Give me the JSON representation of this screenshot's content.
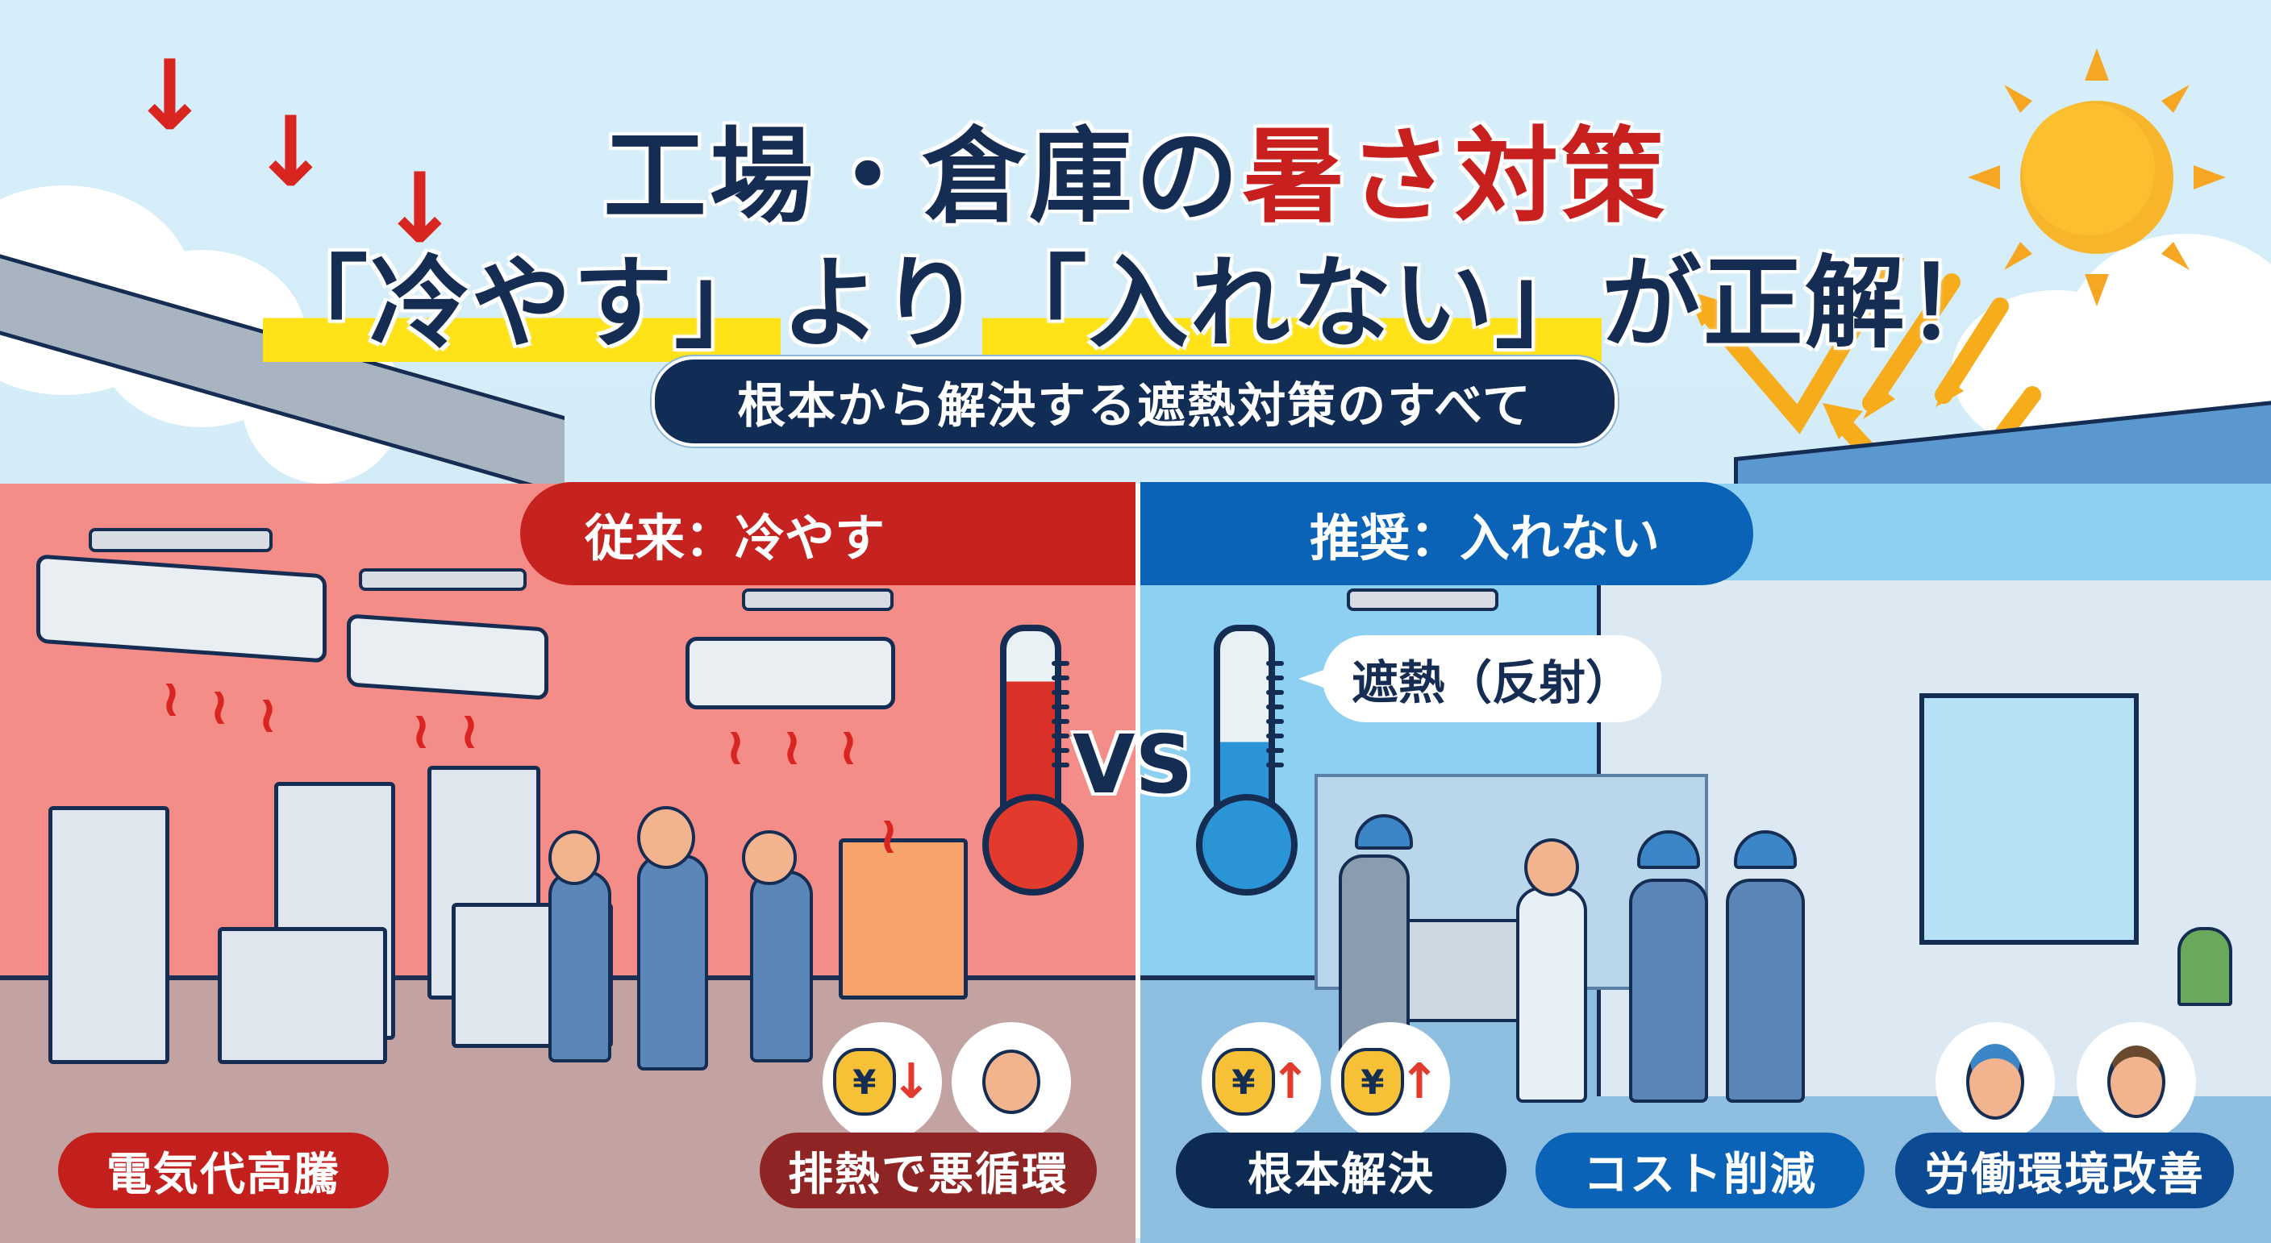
{
  "title": {
    "line1_prefix": "工場・倉庫の",
    "line1_highlight": "暑さ対策",
    "line2_part1": "「冷やす」",
    "line2_part2": "より",
    "line2_part3": "「入れない」",
    "line2_part4": "が正解！"
  },
  "subtitle": "根本から解決する遮熱対策のすべて",
  "left": {
    "header": "従来：冷やす",
    "labels": [
      "電気代高騰",
      "排熱で悪循環"
    ],
    "icons": [
      "money-bag-down-icon",
      "tired-worker-icon"
    ],
    "color": "#c6221f"
  },
  "right": {
    "header": "推奨：入れない",
    "bubble": "遮熱（反射）",
    "labels": [
      "根本解決",
      "コスト削減",
      "労働環境改善"
    ],
    "icons": [
      "money-bag-up-icon",
      "money-bag-up-icon",
      "happy-worker-helmet-icon",
      "happy-worker-icon"
    ],
    "color": "#0b63b7"
  },
  "vs": "VS",
  "glyphs": {
    "yen": "¥",
    "down": "↓",
    "up": "↑",
    "heat_wave": "≀"
  }
}
